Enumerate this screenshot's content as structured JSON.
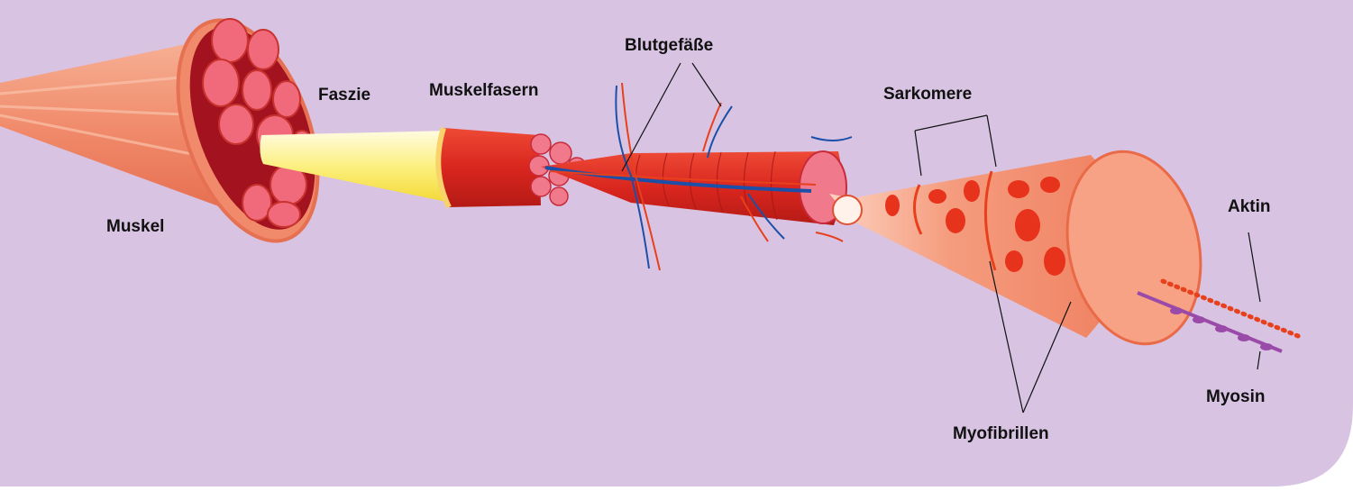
{
  "labels": {
    "muskel": "Muskel",
    "faszie": "Faszie",
    "muskelfasern": "Muskelfasern",
    "blutgefaesse": "Blutgefäße",
    "sarkomere": "Sarkomere",
    "myofibrillen": "Myofibrillen",
    "aktin": "Aktin",
    "myosin": "Myosin"
  },
  "colors": {
    "background": "#d8c4e2",
    "muscle": "#f08a6a",
    "muscle_cut": "#c62a3a",
    "fascia": "#f5e650",
    "fiber": "#e2261f",
    "artery": "#e8401c",
    "vein": "#1c4fa8",
    "myofibril": "#f07a5a",
    "actin": "#e8401c",
    "myosin": "#9a4aa8"
  }
}
